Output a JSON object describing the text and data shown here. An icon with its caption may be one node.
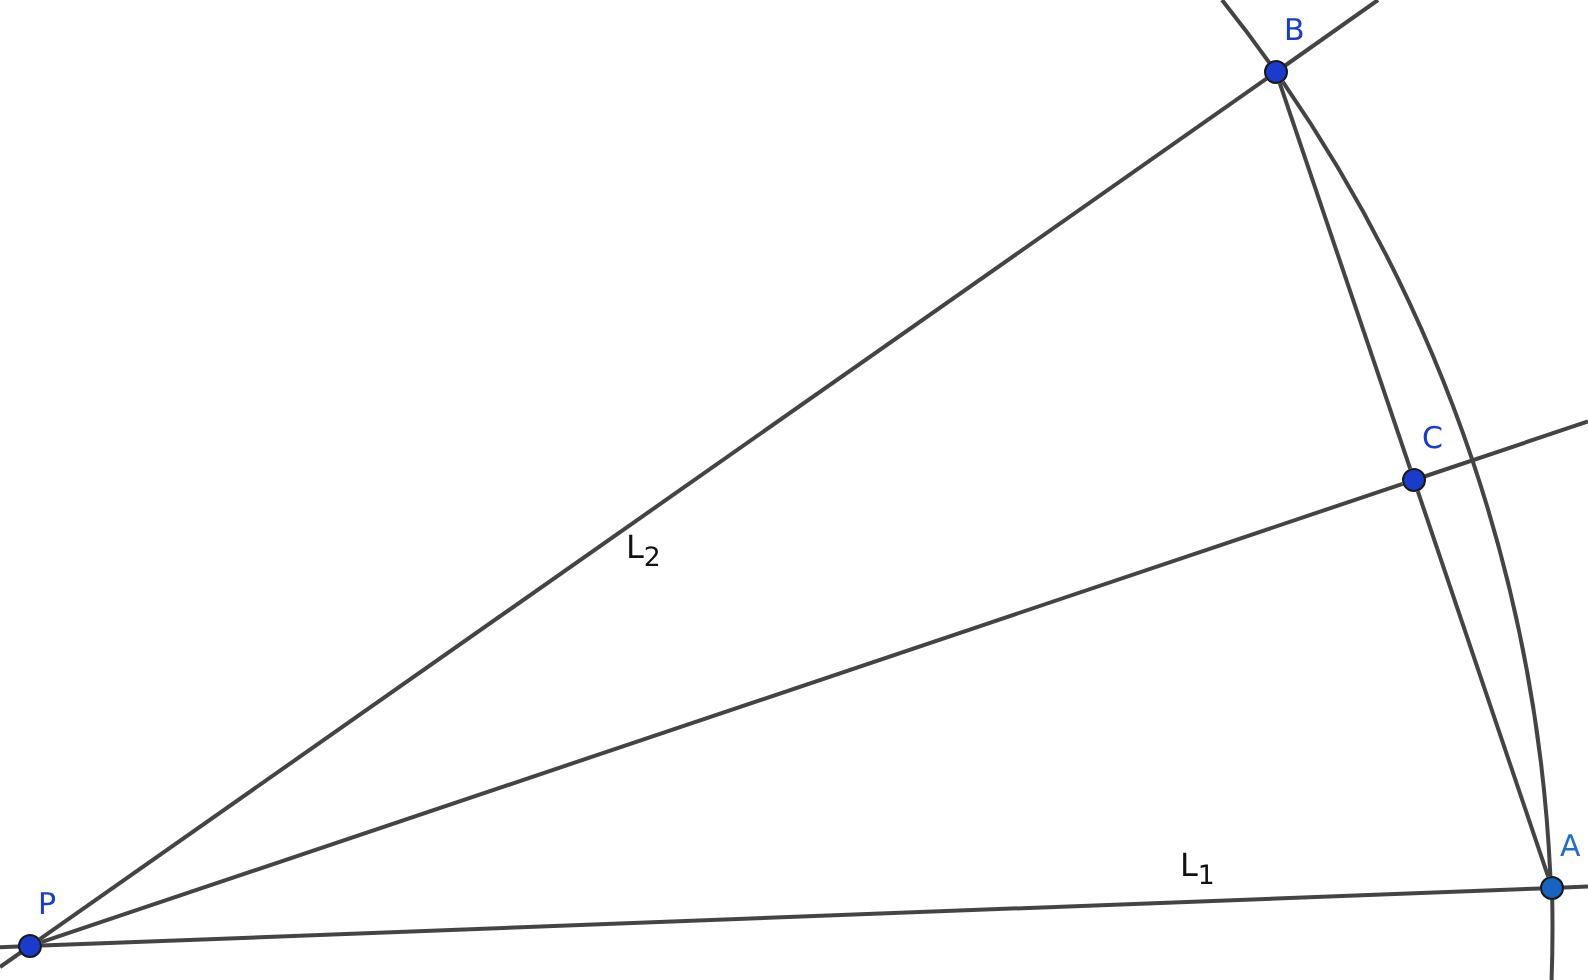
{
  "diagram": {
    "nodes": [
      {
        "text": [
          "P"
        ]
      },
      {
        "text": [
          "A"
        ]
      },
      {
        "text": [
          "B"
        ]
      },
      {
        "text": [
          "C"
        ]
      }
    ],
    "edges": [
      {
        "from": 0,
        "to": 1,
        "arrow": "none",
        "label": "L$_{1}$"
      },
      {
        "from": 0,
        "to": 2,
        "arrow": "none",
        "label": "L$_{2}$"
      },
      {
        "from": 0,
        "to": 3,
        "arrow": "none"
      },
      {
        "from": 2,
        "to": 3,
        "arrow": "none"
      },
      {
        "from": 3,
        "to": 1,
        "arrow": "none"
      },
      {
        "from": 1,
        "to": 2,
        "arrow": "none"
      }
    ]
  }
}
